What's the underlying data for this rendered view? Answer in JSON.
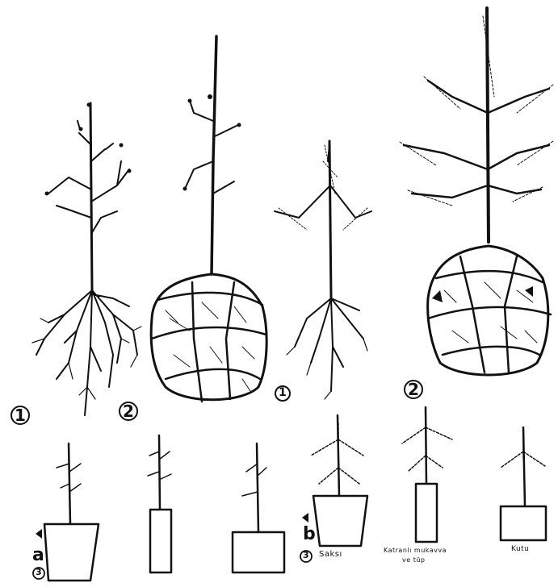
{
  "labels": {
    "circle_1_left": "1",
    "circle_2_left": "2",
    "circle_1_right": "1",
    "circle_2_right": "2",
    "circle_3_a": "3",
    "circle_3_b": "3",
    "letter_a": "a",
    "letter_b": "b",
    "container_saksi": "Saksı",
    "container_katranli_line1": "Katranlı mukavva",
    "container_katranli_line2": "ve tüp",
    "container_kutu": "Kutu"
  }
}
